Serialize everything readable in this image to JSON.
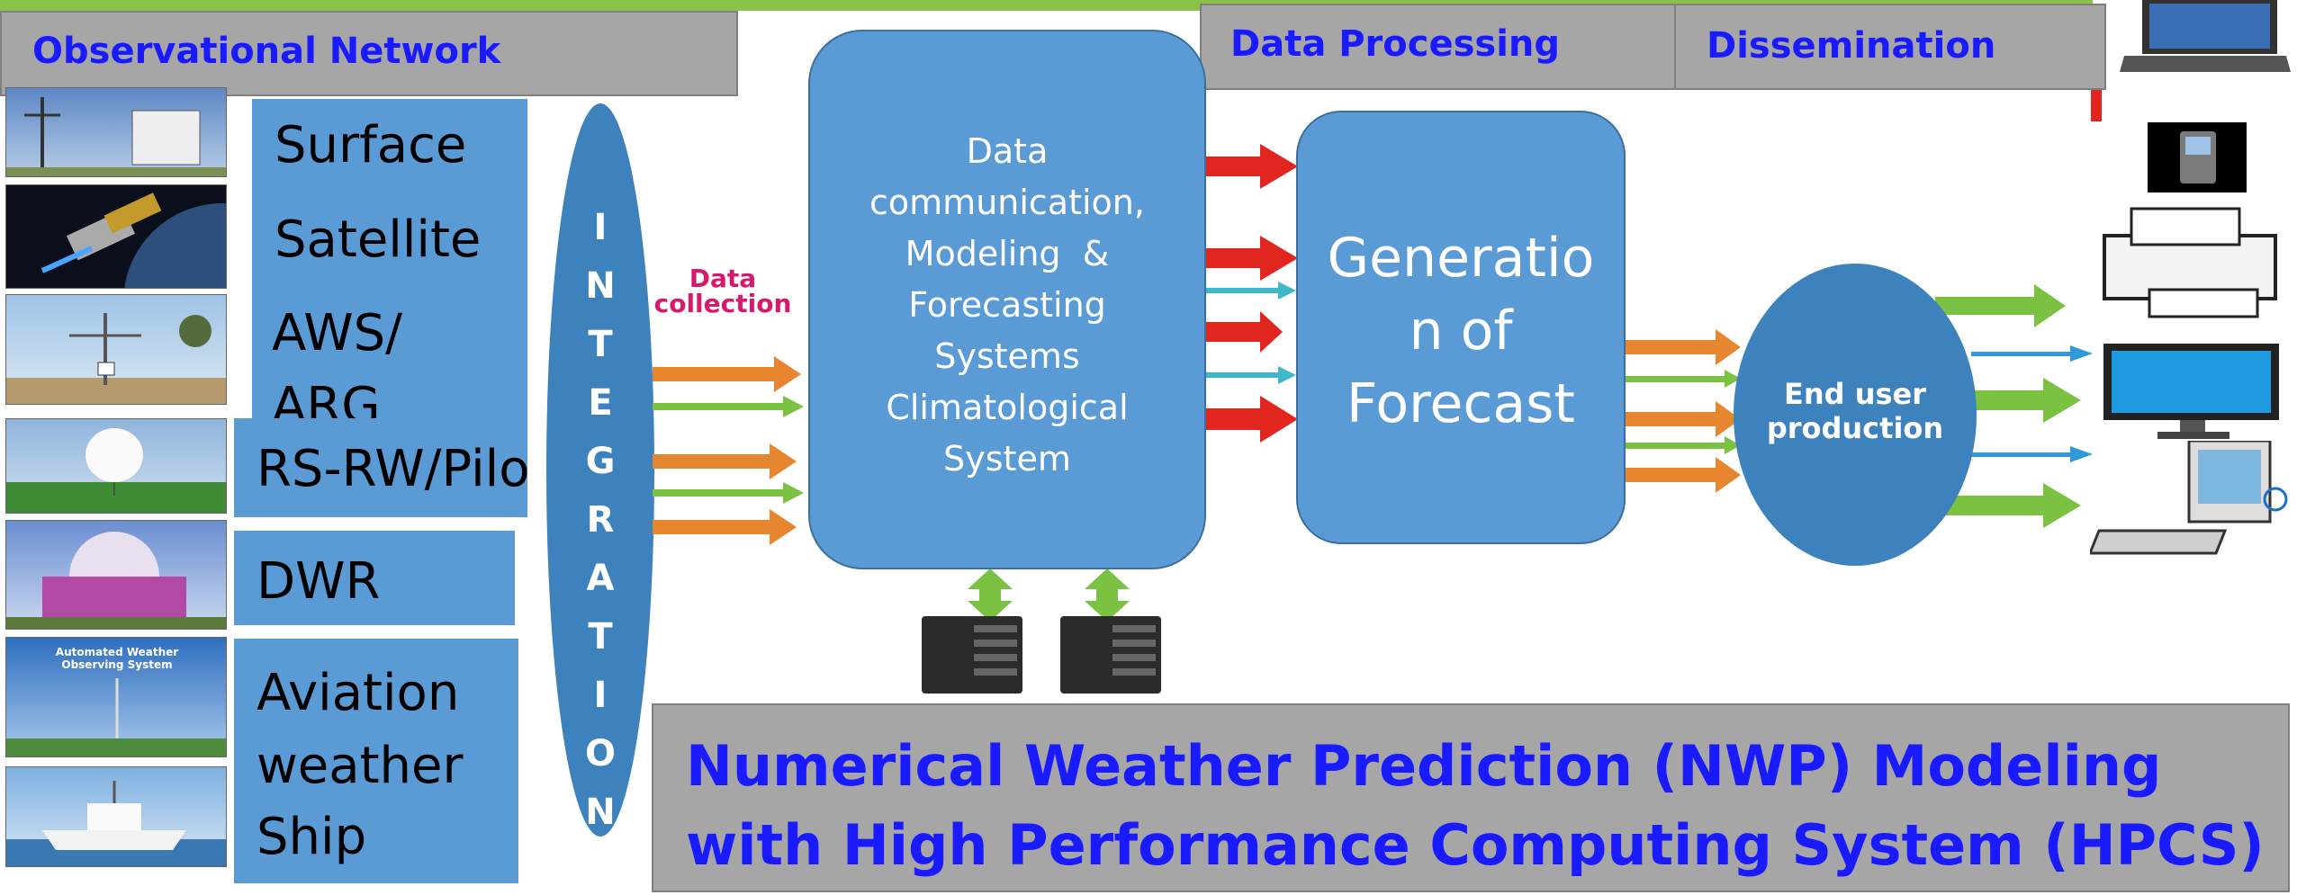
{
  "headers": {
    "observational_network": "Observational Network",
    "data_processing": "Data Processing",
    "dissemination": "Dissemination"
  },
  "observations": [
    {
      "label": "Surface",
      "icon": "weather-station-icon"
    },
    {
      "label": "Satellite",
      "icon": "satellite-icon"
    },
    {
      "label": "AWS/\nARG",
      "icon": "automatic-weather-station-icon"
    },
    {
      "label": "RS-RW/Pilo",
      "icon": "radiosonde-balloon-icon"
    },
    {
      "label": "DWR",
      "icon": "doppler-radar-icon"
    },
    {
      "label": "Aviation\nweather",
      "icon": "aviation-weather-icon"
    },
    {
      "label": "Ship",
      "icon": "ship-icon"
    }
  ],
  "observation_thumbnail_caption": "Automated Weather Observing System",
  "integration_label": "INTEGRATION",
  "data_collection_label": "Data\ncollection",
  "center_process": "Data\ncommunication,\nModeling  &\nForecasting\nSystems\nClimatological\nSystem",
  "generation": "Generatio\nn of\nForecast",
  "end_user": "End user\nproduction",
  "footer_title": "Numerical Weather Prediction (NWP) Modeling with High Performance Computing System (HPCS)",
  "dissemination_devices": [
    "laptop-icon",
    "mobile-phone-icon",
    "printer-icon",
    "monitor-icon",
    "desktop-computer-icon"
  ],
  "colors": {
    "box_blue": "#5b9bd5",
    "dark_blue": "#3e82bd",
    "header_gray": "#a6a6a6",
    "header_text": "#1a1aff",
    "arrow_orange": "#e6862f",
    "arrow_green": "#7cc242",
    "arrow_red": "#e0261f",
    "arrow_teal": "#3fb8c9",
    "top_bar_green": "#8bc34a"
  }
}
